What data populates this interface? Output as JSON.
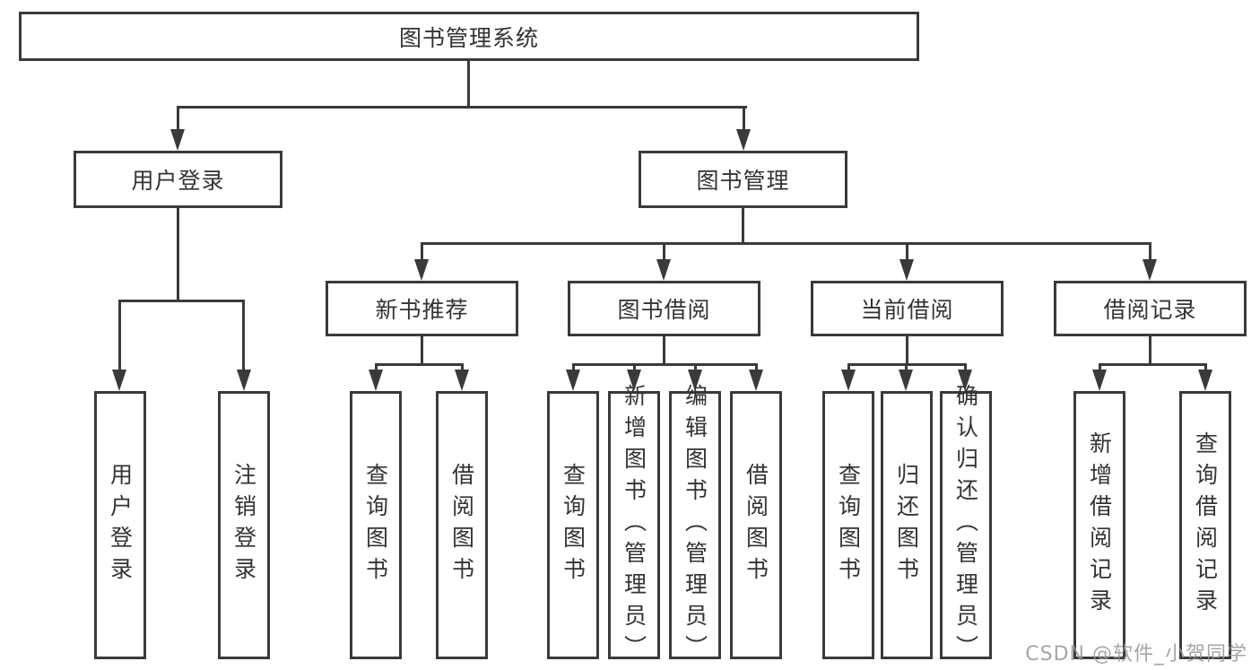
{
  "tree": {
    "root": {
      "label": "图书管理系统"
    },
    "branches": [
      {
        "label": "用户登录",
        "children": [
          {
            "label": "用户登录"
          },
          {
            "label": "注销登录"
          }
        ]
      },
      {
        "label": "图书管理",
        "children": [
          {
            "label": "新书推荐",
            "children": [
              {
                "label": "查询图书"
              },
              {
                "label": "借阅图书"
              }
            ]
          },
          {
            "label": "图书借阅",
            "children": [
              {
                "label": "查询图书"
              },
              {
                "label": "新增图书（管理员）"
              },
              {
                "label": "编辑图书（管理员）"
              },
              {
                "label": "借阅图书"
              }
            ]
          },
          {
            "label": "当前借阅",
            "children": [
              {
                "label": "查询图书"
              },
              {
                "label": "归还图书"
              },
              {
                "label": "确认归还（管理员）"
              }
            ]
          },
          {
            "label": "借阅记录",
            "children": [
              {
                "label": "新增借阅记录"
              },
              {
                "label": "查询借阅记录"
              }
            ]
          }
        ]
      }
    ]
  },
  "watermark": {
    "text": "CSDN @软件_小贺同学"
  },
  "colors": {
    "line": "#3a3a3a",
    "box_border": "#3a3a3a",
    "box_background": "#ffffff",
    "text": "#333333",
    "watermark": "#969696"
  }
}
